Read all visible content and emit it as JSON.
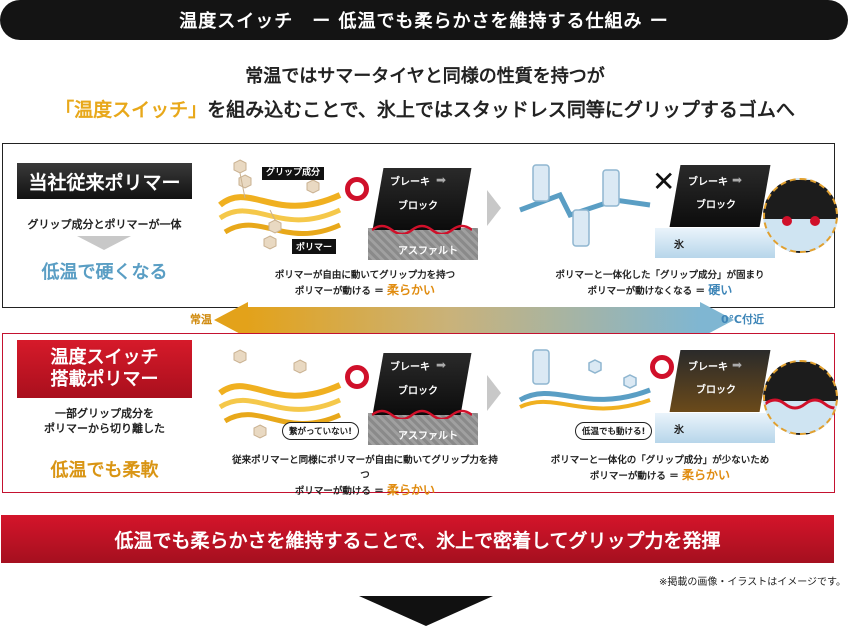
{
  "header": {
    "title": "温度スイッチ　ー 低温でも柔らかさを維持する仕組み ー"
  },
  "intro": {
    "line1": "常温ではサマータイヤと同様の性質を持つが",
    "line2_highlight": "「温度スイッチ」",
    "line2_rest": "を組み込むことで、氷上ではスタッドレス同等にグリップするゴムへ"
  },
  "conventional": {
    "tag": "当社従来ポリマー",
    "desc": "グリップ成分とポリマーが一体",
    "result": "低温で硬くなる",
    "label_grip": "グリップ成分",
    "label_polymer": "ポリマー",
    "brake": "ブレーキ",
    "block": "ブロック",
    "asphalt": "アスファルト",
    "ice": "氷",
    "warm_caption_line1": "ポリマーが自由に動いてグリップ力を持つ",
    "warm_caption_line2": "ポリマーが動ける ＝ ",
    "warm_caption_soft": "柔らかい",
    "cold_caption_line1": "ポリマーと一体化した「グリップ成分」が固まり",
    "cold_caption_line2": "ポリマーが動けなくなる ＝ ",
    "cold_caption_hard": "硬い",
    "mark_warm": "◯",
    "mark_cold": "✕"
  },
  "temperature_arrow": {
    "left": "常温",
    "right": "0℃付近"
  },
  "switch": {
    "tag_line1": "温度スイッチ",
    "tag_line2": "搭載ポリマー",
    "desc_line1": "一部グリップ成分を",
    "desc_line2": "ポリマーから切り離した",
    "result": "低温でも柔軟",
    "bubble_warm": "繋がっていない!",
    "bubble_cold": "低温でも動ける!",
    "brake": "ブレーキ",
    "block": "ブロック",
    "asphalt": "アスファルト",
    "ice": "氷",
    "warm_caption_line1": "従来ポリマーと同様にポリマーが自由に動いてグリップ力を持つ",
    "warm_caption_line2": "ポリマーが動ける ＝ ",
    "warm_caption_soft": "柔らかい",
    "cold_caption_line1": "ポリマーと一体化の「グリップ成分」が少ないため",
    "cold_caption_line2": "ポリマーが動ける ＝ ",
    "cold_caption_soft": "柔らかい"
  },
  "footer": {
    "banner": "低温でも柔らかさを維持することで、氷上で密着してグリップ力を発揮",
    "note": "※掲載の画像・イラストはイメージです。"
  },
  "colors": {
    "accent_red": "#c41230",
    "accent_orange": "#e3a21a",
    "accent_blue": "#7fb6d2"
  }
}
